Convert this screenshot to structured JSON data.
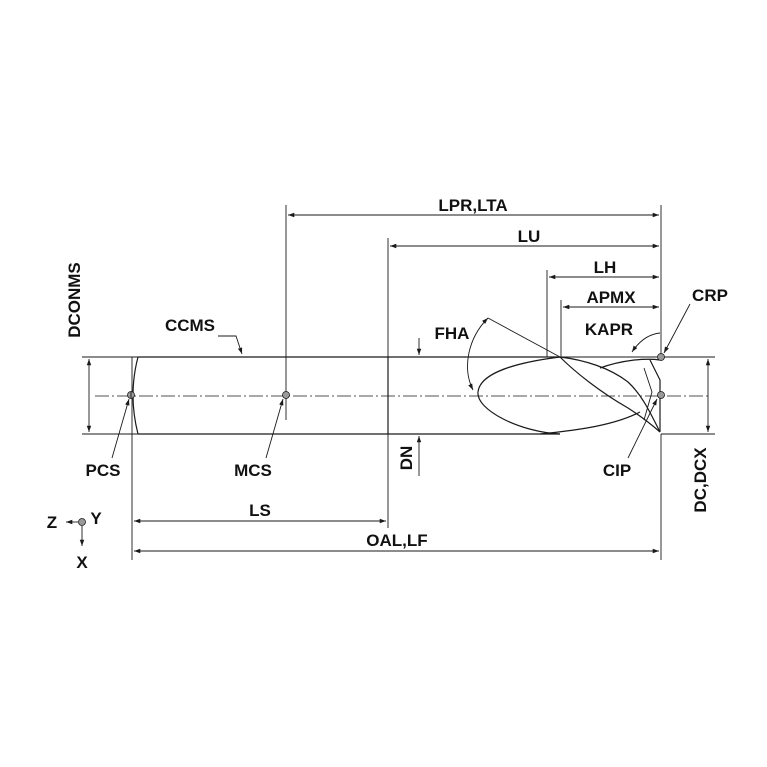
{
  "labels": {
    "lpr_lta": "LPR,LTA",
    "lu": "LU",
    "lh": "LH",
    "apmx": "APMX",
    "crp": "CRP",
    "kapr": "KAPR",
    "fha": "FHA",
    "ccms": "CCMS",
    "dconms": "DCONMS",
    "pcs": "PCS",
    "mcs": "MCS",
    "dn": "DN",
    "cip": "CIP",
    "dc_dcx": "DC,DCX",
    "ls": "LS",
    "oal_lf": "OAL,LF",
    "axis_z": "Z",
    "axis_y": "Y",
    "axis_x": "X"
  }
}
